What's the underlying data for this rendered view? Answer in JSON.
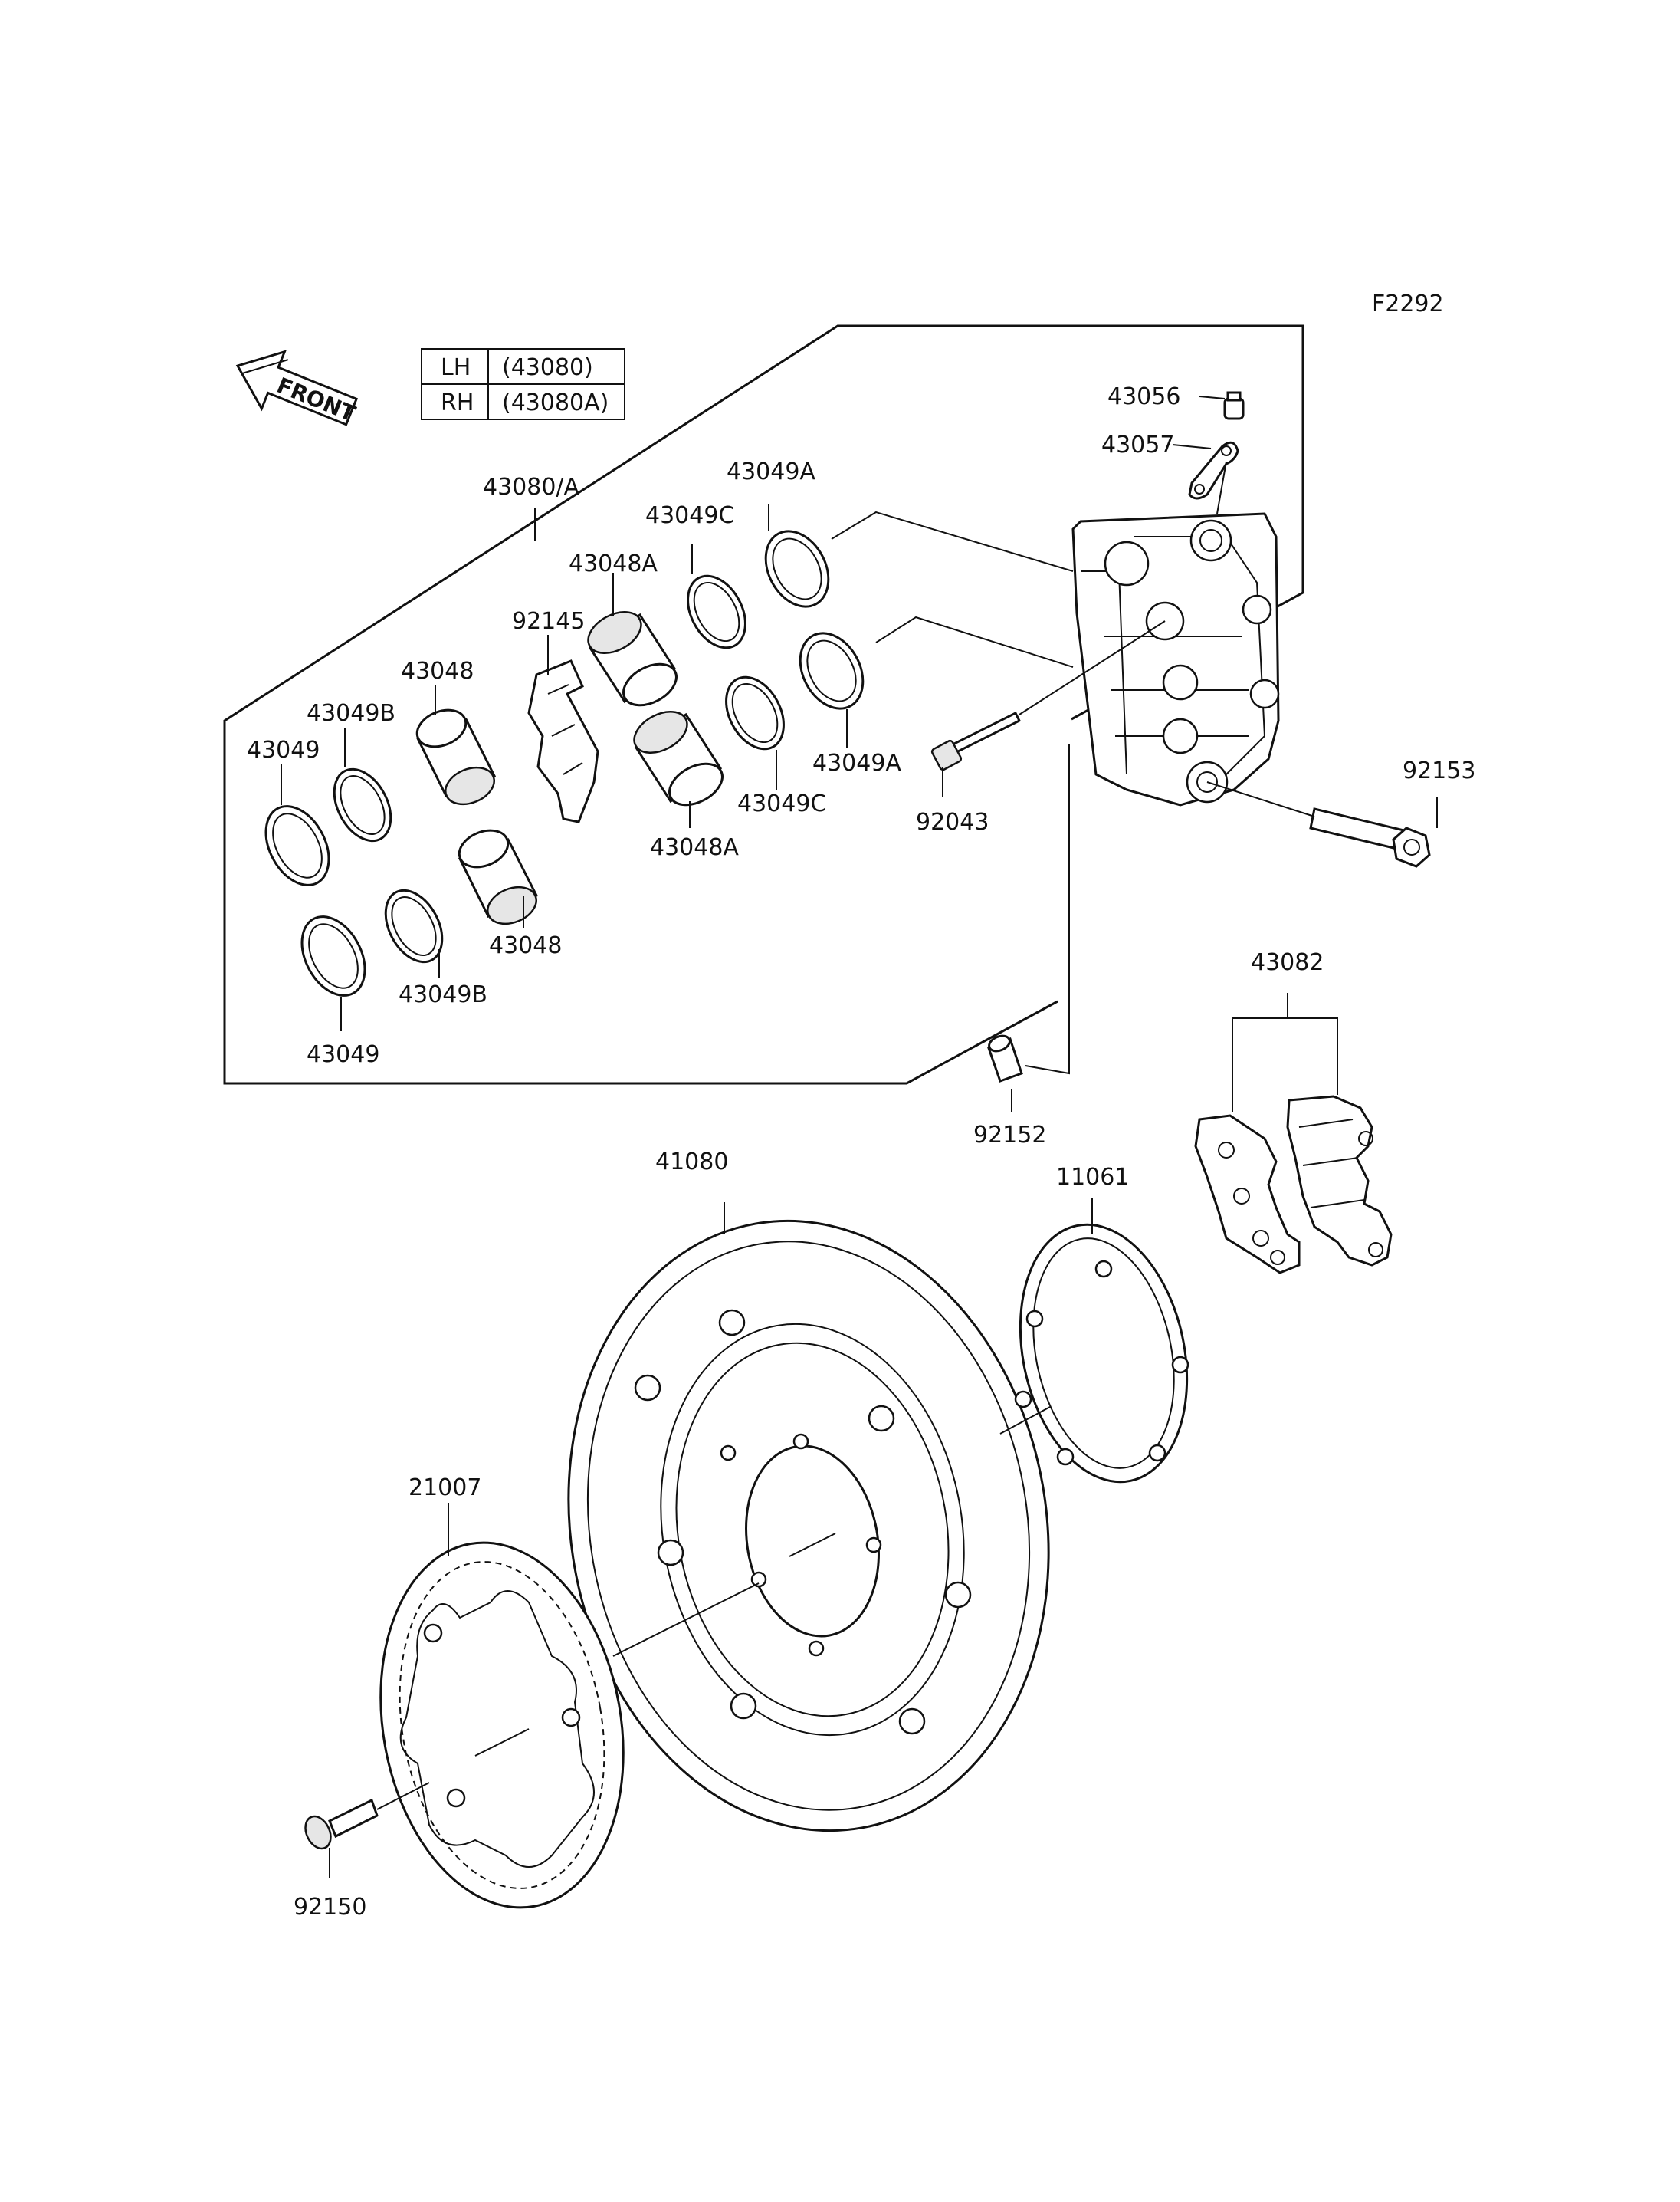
{
  "diagram_code": "F2292",
  "front_label": "FRONT",
  "side_table": [
    {
      "side": "LH",
      "part": "(43080)"
    },
    {
      "side": "RH",
      "part": "(43080A)"
    }
  ],
  "labels": {
    "p43056": "43056",
    "p43057": "43057",
    "p43080A": "43080/A",
    "p43049A_top": "43049A",
    "p43049C_top": "43049C",
    "p43048A_top": "43048A",
    "p92145": "92145",
    "p43048_top": "43048",
    "p43049B_top": "43049B",
    "p43049_top": "43049",
    "p43049A_mid": "43049A",
    "p43049C_mid": "43049C",
    "p43048A_mid": "43048A",
    "p92043": "92043",
    "p92153": "92153",
    "p43048_bot": "43048",
    "p43049B_bot": "43049B",
    "p43049_bot": "43049",
    "p43082": "43082",
    "p92152": "92152",
    "p41080": "41080",
    "p11061": "11061",
    "p21007": "21007",
    "p92150": "92150"
  }
}
